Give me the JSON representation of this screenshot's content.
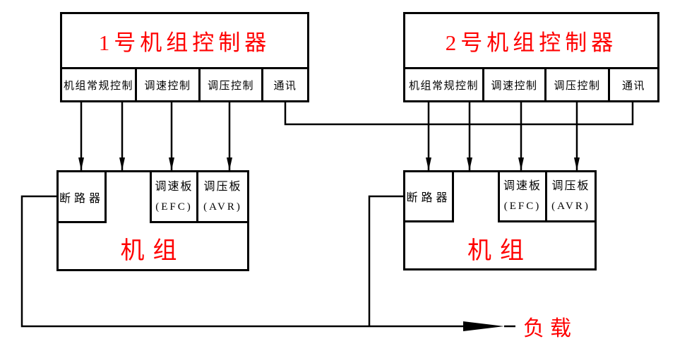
{
  "controller1": {
    "title": "1号机组控制器",
    "modules": [
      "机组常规控制",
      "调速控制",
      "调压控制",
      "通讯"
    ]
  },
  "controller2": {
    "title": "2号机组控制器",
    "modules": [
      "机组常规控制",
      "调速控制",
      "调压控制",
      "通讯"
    ]
  },
  "unit1": {
    "breaker": "断路器",
    "governor_board": "调速板",
    "governor_board_sub": "(EFC)",
    "regulator_board": "调压板",
    "regulator_board_sub": "(AVR)",
    "label": "机组"
  },
  "unit2": {
    "breaker": "断路器",
    "governor_board": "调速板",
    "governor_board_sub": "(EFC)",
    "regulator_board": "调压板",
    "regulator_board_sub": "(AVR)",
    "label": "机组"
  },
  "load": {
    "label": "负载"
  },
  "colors": {
    "line": "#000000",
    "accent_red": "#ff0000",
    "background": "#ffffff"
  }
}
